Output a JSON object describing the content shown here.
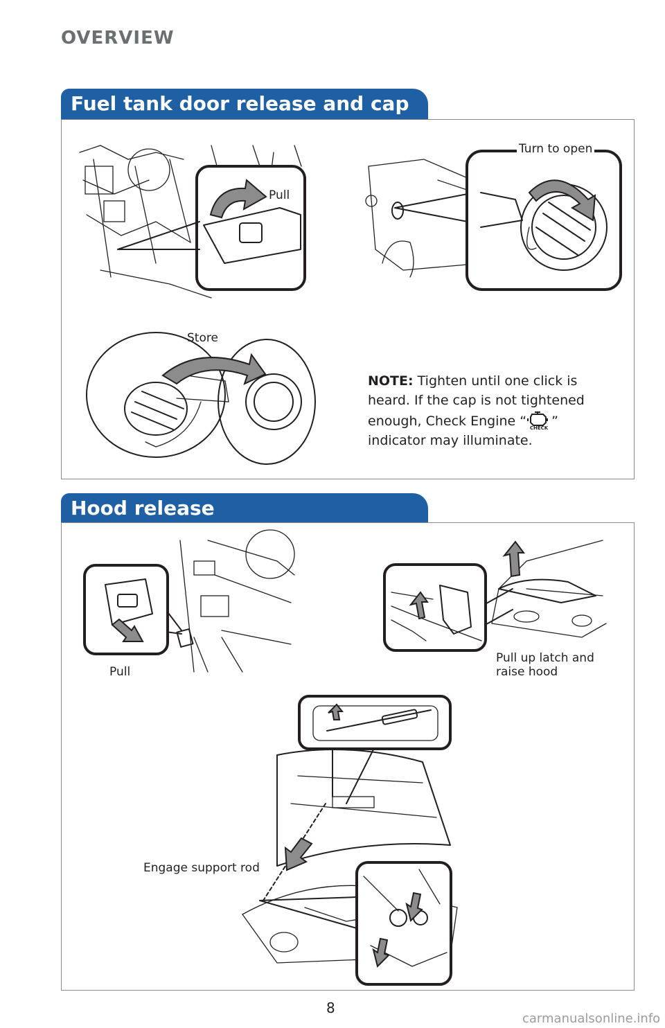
{
  "header": {
    "section": "OVERVIEW"
  },
  "fuel": {
    "title": "Fuel tank door release and cap",
    "label_pull": "Pull",
    "label_turn": "Turn to open",
    "label_store": "Store",
    "note_label": "NOTE:",
    "note_text_1": "Tighten until one click is heard. If the cap is not tightened enough, Check Engine “",
    "note_text_2": "” indicator may illuminate.",
    "check_text": "CHECK"
  },
  "hood": {
    "title": "Hood release",
    "label_pull": "Pull",
    "label_latch_1": "Pull up latch and",
    "label_latch_2": "raise hood",
    "label_rod": "Engage support rod"
  },
  "footer": {
    "page_number": "8",
    "watermark": "carmanualsonline.info"
  }
}
